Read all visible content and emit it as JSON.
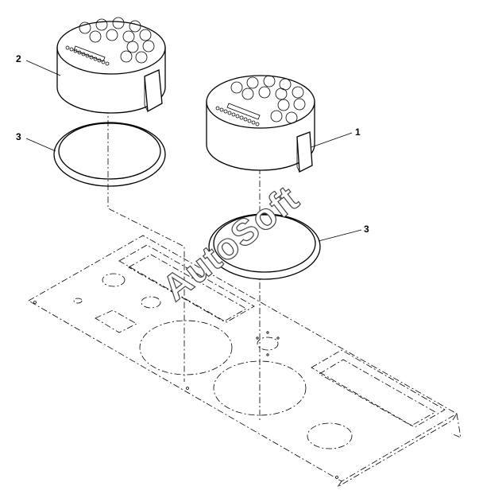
{
  "callouts": {
    "gauge_right": "1",
    "gauge_left": "2",
    "ring_left": "3",
    "ring_right": "3"
  },
  "watermark": "AutoSoft"
}
